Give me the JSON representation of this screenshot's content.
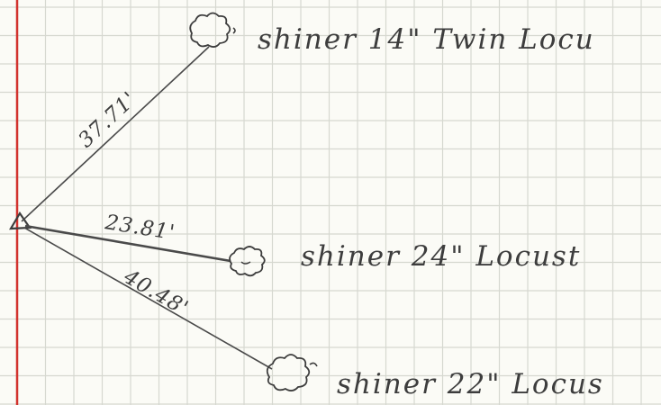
{
  "colors": {
    "paper": "#fbfbf6",
    "grid": "#d6d8d0",
    "margin_line": "#d2322d",
    "pencil": "#3d3d3d"
  },
  "station": {
    "symbol": "triangle-icon"
  },
  "trees": [
    {
      "label": "shiner 14\" Twin Locu",
      "distance": "37.71'"
    },
    {
      "label": "shiner 24\" Locust",
      "distance": "23.81'"
    },
    {
      "label": "shiner 22\" Locus",
      "distance": "40.48'"
    }
  ]
}
